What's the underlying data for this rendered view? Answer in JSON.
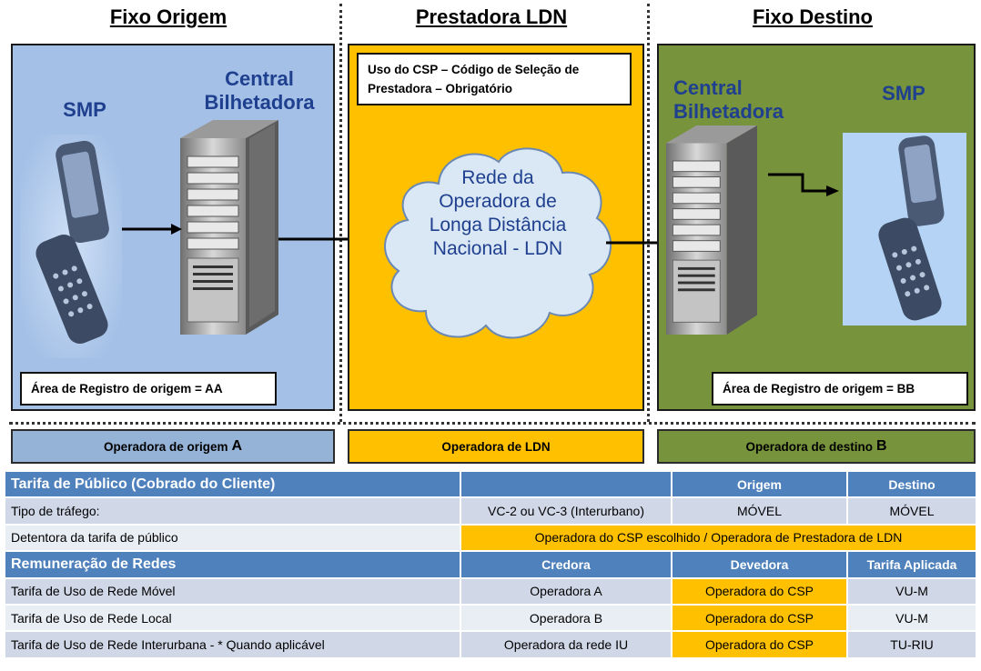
{
  "headings": {
    "origem": "Fixo Origem",
    "prestadora": "Prestadora LDN",
    "destino": "Fixo Destino"
  },
  "left_panel": {
    "smp": "SMP",
    "central": "Central Bilhetadora",
    "area": "Área de Registro de origem = AA"
  },
  "middle_panel": {
    "csp_note": "Uso do CSP – Código de Seleção de Prestadora – Obrigatório",
    "cloud": "Rede da Operadora de Longa Distância Nacional - LDN"
  },
  "right_panel": {
    "central": "Central Bilhetadora",
    "smp": "SMP",
    "area": "Área de Registro de origem = BB"
  },
  "operators": {
    "origem": "Operadora de origem",
    "origem_letter": "A",
    "ldn": "Operadora de LDN",
    "destino": "Operadora de destino",
    "destino_letter": "B"
  },
  "colors": {
    "left_panel": "#a4c0e6",
    "middle_panel": "#ffc000",
    "right_panel": "#77933c",
    "table_header": "#4f81bd",
    "highlight": "#ffc000"
  },
  "table": {
    "header1": [
      "Tarifa de Público (Cobrado do Cliente)",
      "",
      "Origem",
      "Destino"
    ],
    "row_trafego": [
      "Tipo de tráfego:",
      "VC-2 ou VC-3 (Interurbano)",
      "MÓVEL",
      "MÓVEL"
    ],
    "row_detentora": [
      "Detentora da tarifa de público",
      "Operadora  do CSP escolhido / Operadora de Prestadora de LDN"
    ],
    "header2": [
      "Remuneração de Redes",
      "Credora",
      "Devedora",
      "Tarifa Aplicada"
    ],
    "rows": [
      [
        "Tarifa de Uso de Rede Móvel",
        "Operadora  A",
        "Operadora  do CSP",
        "VU-M"
      ],
      [
        "Tarifa de Uso de Rede Local",
        "Operadora  B",
        "Operadora  do CSP",
        "VU-M"
      ],
      [
        "Tarifa de Uso de Rede Interurbana - * Quando aplicável",
        "Operadora da rede IU",
        "Operadora do CSP",
        "TU-RIU"
      ]
    ]
  }
}
